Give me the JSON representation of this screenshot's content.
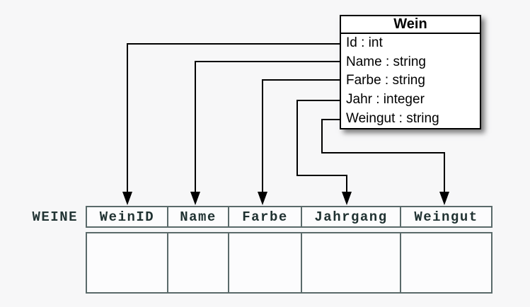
{
  "page": {
    "background": "#f7f7f8"
  },
  "class_box": {
    "title": "Wein",
    "attributes": [
      "Id : int",
      "Name : string",
      "Farbe : string",
      "Jahr : integer",
      "Weingut : string"
    ],
    "colors": {
      "border": "#000000",
      "background": "#ffffff",
      "text": "#000000"
    }
  },
  "table": {
    "label": "WEINE",
    "columns": [
      "WeinID",
      "Name",
      "Farbe",
      "Jahrgang",
      "Weingut"
    ],
    "body_rows": 1,
    "colors": {
      "border": "#5a6a6a",
      "header_text": "#1f3131",
      "cell_background": "#fcfcfd"
    }
  },
  "mappings": [
    {
      "from": "Id",
      "to": "WeinID"
    },
    {
      "from": "Name",
      "to": "Name"
    },
    {
      "from": "Farbe",
      "to": "Farbe"
    },
    {
      "from": "Jahr",
      "to": "Jahrgang"
    },
    {
      "from": "Weingut",
      "to": "Weingut"
    }
  ],
  "connector_color": "#000000"
}
